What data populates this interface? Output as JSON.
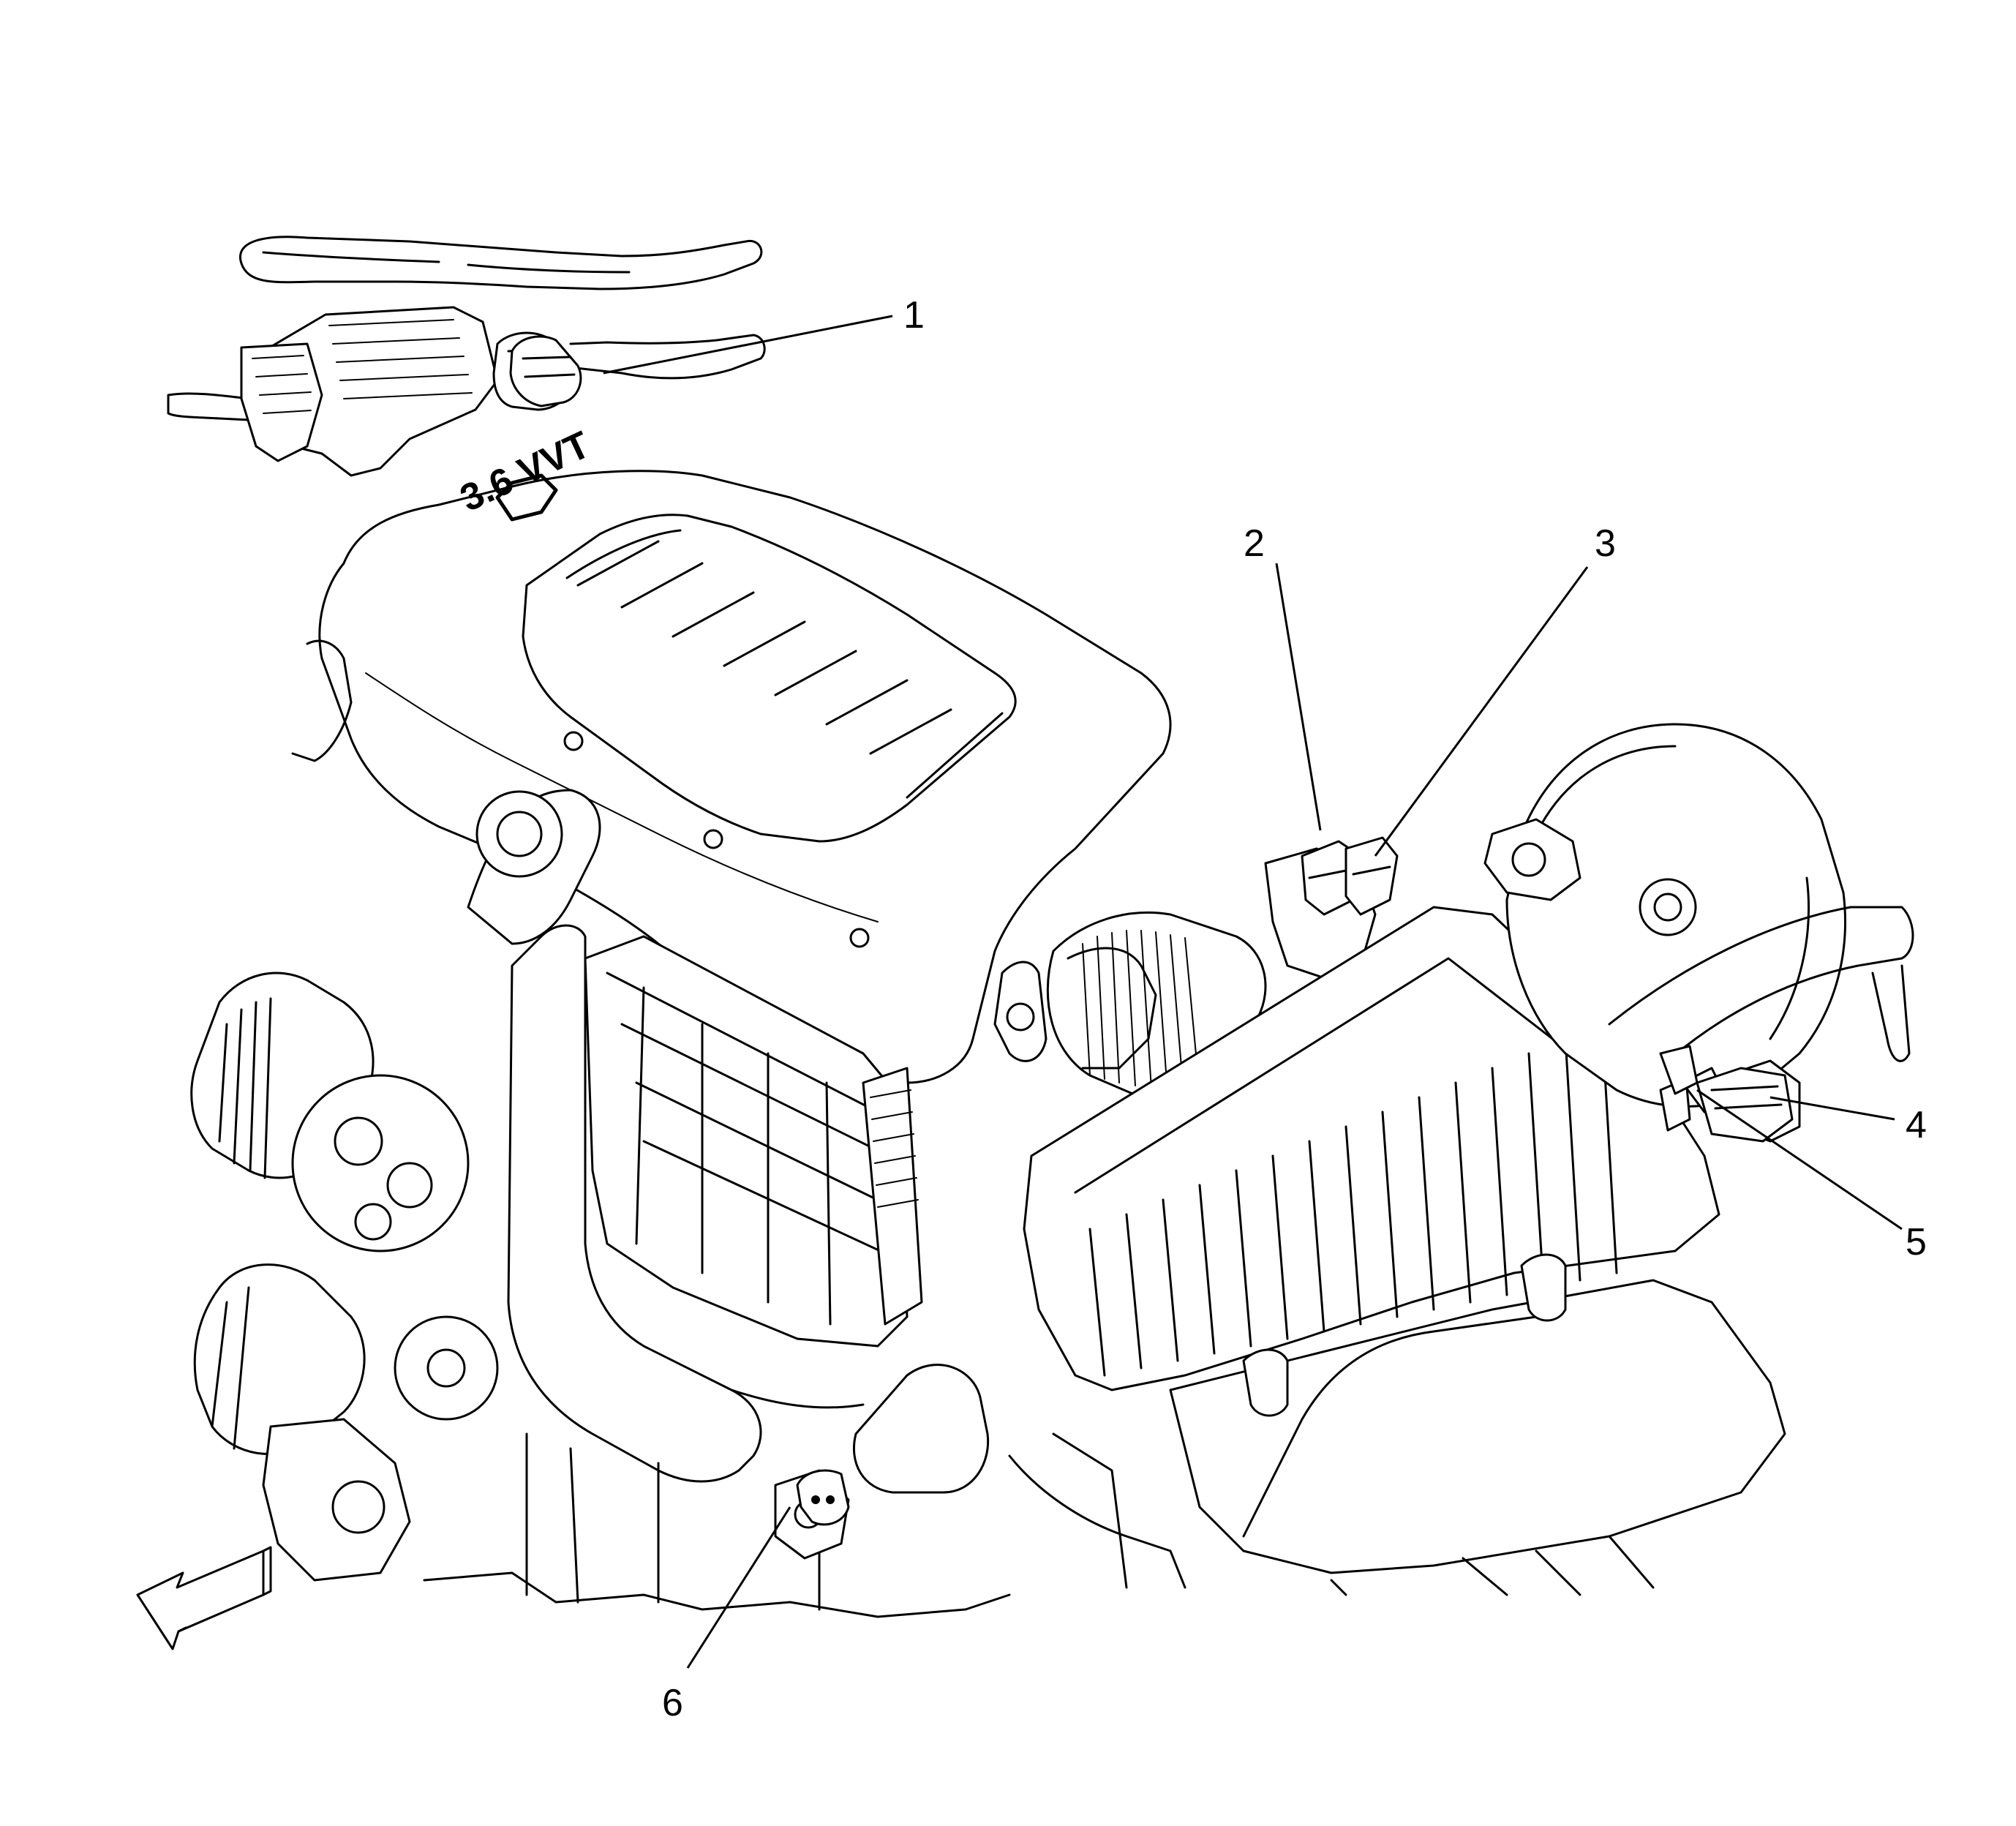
{
  "callouts": [
    {
      "id": 1,
      "label": "1"
    },
    {
      "id": 2,
      "label": "2"
    },
    {
      "id": 3,
      "label": "3"
    },
    {
      "id": 4,
      "label": "4"
    },
    {
      "id": 5,
      "label": "5"
    },
    {
      "id": 6,
      "label": "6"
    }
  ],
  "engine_cover_badge": "3.6 VVT",
  "icons": [
    "front-direction-arrow-icon"
  ]
}
